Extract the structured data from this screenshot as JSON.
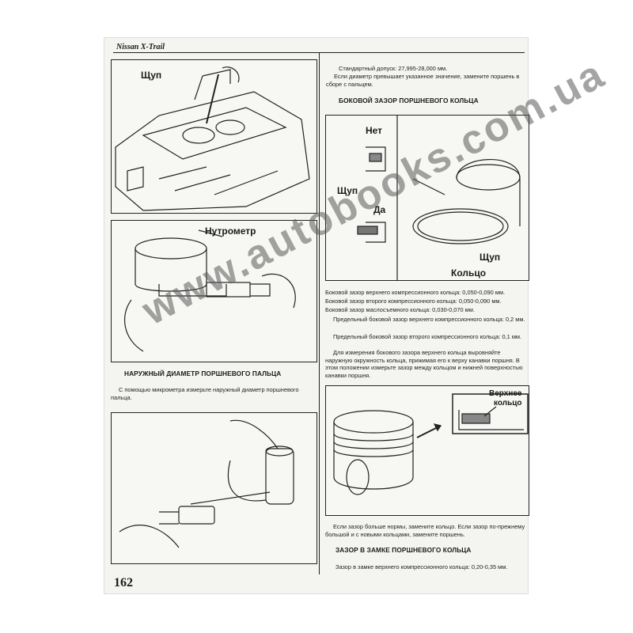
{
  "header": {
    "title": "Nissan X-Trail"
  },
  "page_number": "162",
  "watermark": "www.autobooks.com.ua",
  "figures": {
    "fig1_label": "Щуп",
    "fig2_label": "Нутрометр",
    "fig3_label_net": "Нет",
    "fig3_label_shchup_left": "Щуп",
    "fig3_label_da": "Да",
    "fig3_label_shchup_right": "Щуп",
    "fig3_label_koltso": "Кольцо",
    "fig5_label_line1": "Верхнее",
    "fig5_label_line2": "кольцо"
  },
  "left_column": {
    "section_title": "НАРУЖНЫЙ ДИАМЕТР ПОРШНЕВОГО ПАЛЬЦА",
    "paragraph": "С помощью микрометра измерьте наружный диаметр поршневого пальца."
  },
  "right_column": {
    "intro_line1": "Стандартный допуск: 27,995-28,000 мм.",
    "intro_line2": "Если диаметр превышает указанное значение, замените поршень в сборе с пальцем.",
    "section1_title": "БОКОВОЙ ЗАЗОР ПОРШНЕВОГО КОЛЬЦА",
    "spec1": "Боковой зазор верхнего компрессионного кольца: 0,050-0,090 мм.",
    "spec2": "Боковой зазор второго компрессионного кольца: 0,050-0,090 мм.",
    "spec3": "Боковой зазор маслосъемного кольца: 0,030-0,070 мм.",
    "spec4": "Предельный боковой зазор верхнего компрессионного кольца: 0,2 мм.",
    "spec5": "Предельный боковой зазор второго компрессионного кольца: 0,1 мм.",
    "instruction": "Для измерения бокового зазора верхнего кольца выровняйте наружную окружность кольца, прижимая его к верху канавки поршня. В этом положении измерьте зазор между кольцом и нижней поверхностью канавки поршня.",
    "after_fig": "Если зазор больше нормы, замените кольцо. Если зазор по-прежнему большой и с новыми кольцами, замените поршень.",
    "section2_title": "ЗАЗОР В ЗАМКЕ ПОРШНЕВОГО КОЛЬЦА",
    "last_line": "Зазор в замке верхнего компрессионного кольца: 0,20-0,35 мм."
  }
}
